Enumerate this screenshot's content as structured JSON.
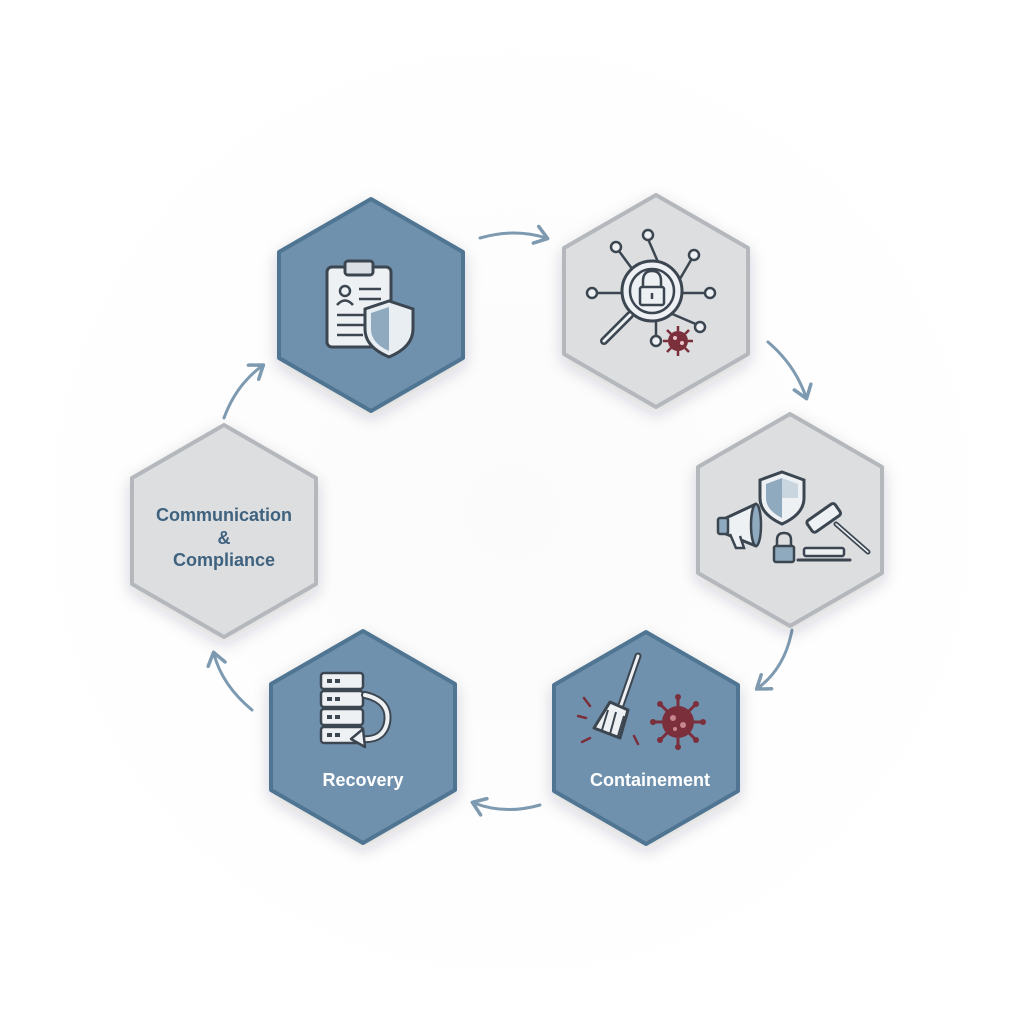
{
  "colors": {
    "blue_fill": "#6f91ad",
    "blue_stroke": "#4f7592",
    "gray_fill": "#dcdee0",
    "gray_stroke": "#b4b8bc",
    "arrow": "#7d9ab0",
    "icon_dark": "#3c4650",
    "virus": "#7a2f3a",
    "label_dark": "#3f627f",
    "label_light": "#ffffff"
  },
  "nodes": [
    {
      "id": "preparation",
      "variant": "blue",
      "icon": "clipboard-shield-icon",
      "label": ""
    },
    {
      "id": "detection",
      "variant": "gray",
      "icon": "network-lock-magnifier-icon",
      "label": ""
    },
    {
      "id": "response",
      "variant": "gray",
      "icon": "megaphone-shield-gavel-icon",
      "label": ""
    },
    {
      "id": "containment",
      "variant": "blue",
      "icon": "broom-virus-icon",
      "label": "Containement"
    },
    {
      "id": "recovery",
      "variant": "blue",
      "icon": "server-restore-icon",
      "label": "Recovery"
    },
    {
      "id": "communication",
      "variant": "gray",
      "icon": "",
      "label_lines": [
        "Communication",
        "&",
        "Compliance"
      ]
    }
  ],
  "arrows": [
    "top",
    "upper-right",
    "lower-right",
    "bottom",
    "lower-left",
    "upper-left"
  ]
}
